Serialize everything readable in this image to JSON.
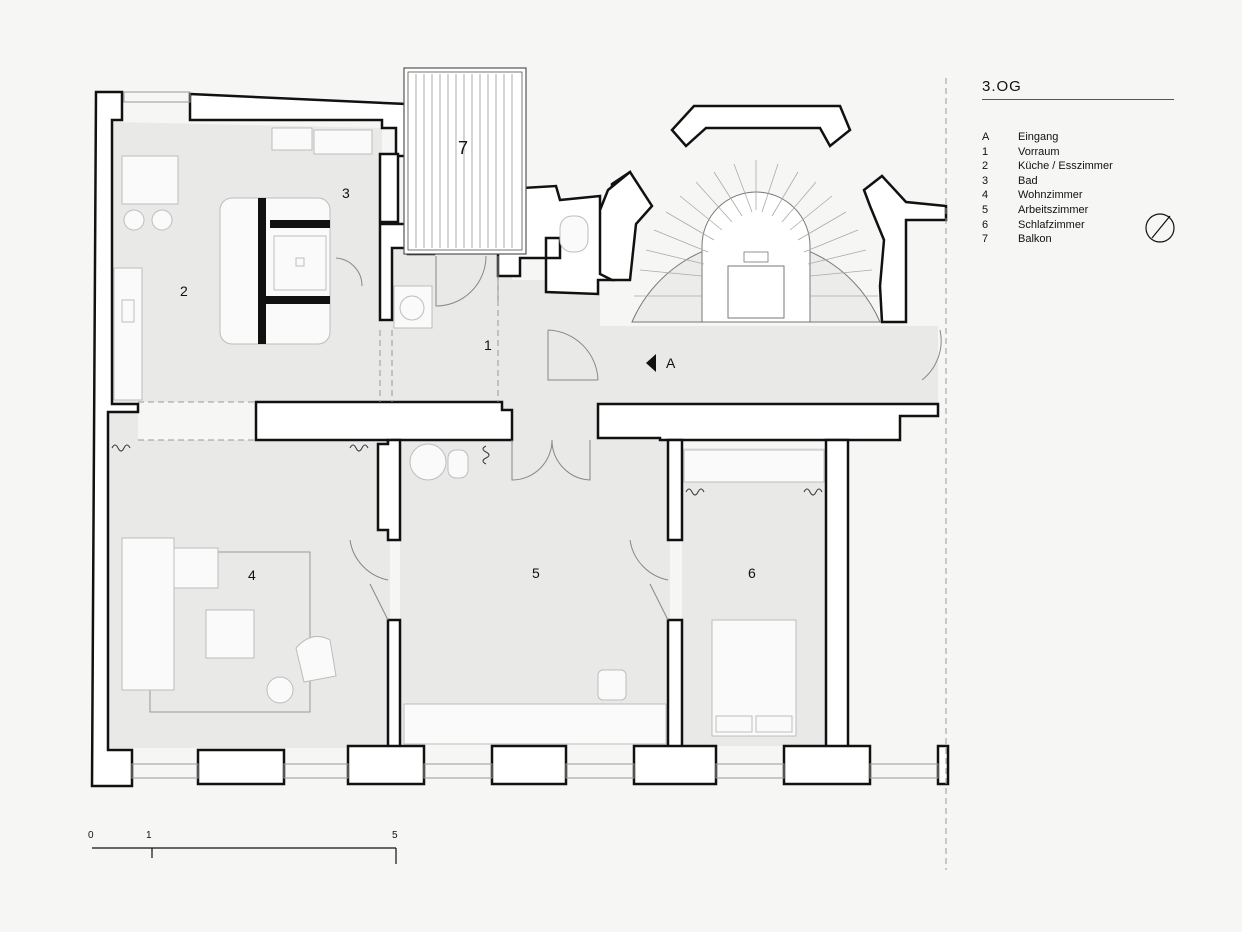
{
  "legend": {
    "title": "3.OG",
    "items": [
      {
        "key": "A",
        "label": "Eingang"
      },
      {
        "key": "1",
        "label": "Vorraum"
      },
      {
        "key": "2",
        "label": "Küche / Esszimmer"
      },
      {
        "key": "3",
        "label": "Bad"
      },
      {
        "key": "4",
        "label": "Wohnzimmer"
      },
      {
        "key": "5",
        "label": "Arbeitszimmer"
      },
      {
        "key": "6",
        "label": "Schlafzimmer"
      },
      {
        "key": "7",
        "label": "Balkon"
      }
    ]
  },
  "rooms": {
    "entrance": "A",
    "r1": "1",
    "r2": "2",
    "r3": "3",
    "r4": "4",
    "r5": "5",
    "r6": "6",
    "r7": "7"
  },
  "scale": {
    "t0": "0",
    "t1": "1",
    "t5": "5"
  },
  "icons": {
    "north": "north-arrow-icon",
    "entrance": "entrance-triangle-icon"
  }
}
